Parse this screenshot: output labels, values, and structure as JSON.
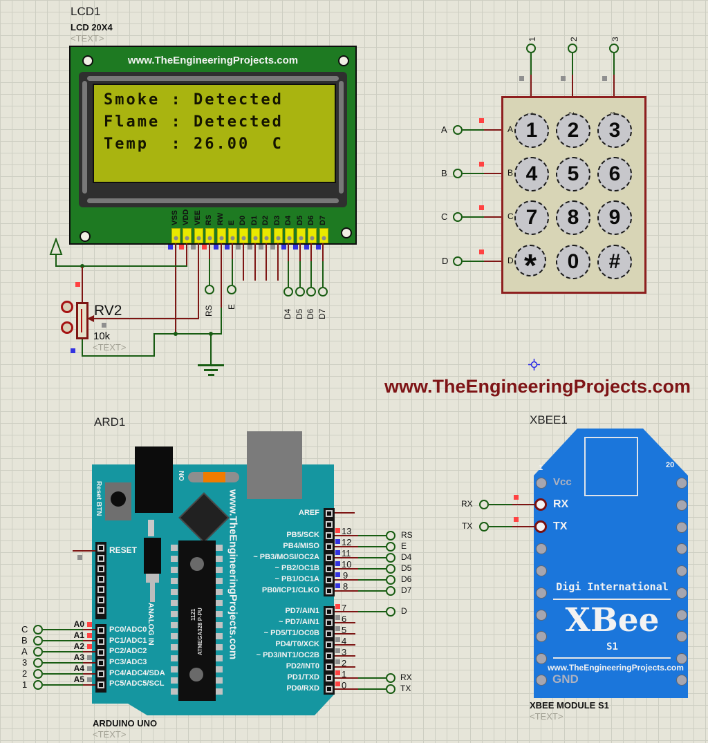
{
  "canvas": {
    "watermark": "www.TheEngineeringProjects.com"
  },
  "lcd": {
    "ref": "LCD1",
    "part": "LCD 20X4",
    "text_tag": "<TEXT>",
    "board_url": "www.TheEngineeringProjects.com",
    "screen_lines": [
      "Smoke : Detected",
      "Flame : Detected",
      "Temp  : 26.00  C"
    ],
    "pins": [
      "VSS",
      "VDD",
      "VEE",
      "RS",
      "RW",
      "E",
      "D0",
      "D1",
      "D2",
      "D3",
      "D4",
      "D5",
      "D6",
      "D7"
    ]
  },
  "pot": {
    "ref": "RV2",
    "value": "10k",
    "text_tag": "<TEXT>"
  },
  "terminals": {
    "rs": "RS",
    "e": "E",
    "d4": "D4",
    "d5": "D5",
    "d6": "D6",
    "d7": "D7"
  },
  "keypad": {
    "col_terminals": [
      "1",
      "2",
      "3"
    ],
    "col_labels": [
      "1",
      "2",
      "3"
    ],
    "row_terminals": [
      "A",
      "B",
      "C",
      "D"
    ],
    "row_labels": [
      "A",
      "B",
      "C",
      "D"
    ],
    "keys": [
      "1",
      "2",
      "3",
      "4",
      "5",
      "6",
      "7",
      "8",
      "9",
      "*",
      "0",
      "#"
    ]
  },
  "arduino": {
    "ref": "ARD1",
    "board_name": "ARDUINO UNO",
    "text_tag": "<TEXT>",
    "reset_button": "Reset BTN",
    "power_led": "ON",
    "reset_pin": "RESET",
    "board_url": "www.TheEngineeringProjects.com",
    "chip_line1": "1121",
    "chip_line2": "ATMEGA328 P-PU",
    "analog_in": "ANALOG IN",
    "aref": "AREF",
    "left_terminals": [
      "C",
      "B",
      "A",
      "3",
      "2",
      "1"
    ],
    "analog_refs": [
      "A0",
      "A1",
      "A2",
      "A3",
      "A4",
      "A5"
    ],
    "analog_pins": [
      "PC0/ADC0",
      "PC1/ADC1",
      "PC2/ADC2",
      "PC3/ADC3",
      "PC4/ADC4/SDA",
      "PC5/ADC5/SCL"
    ],
    "pb_pins": [
      "PB5/SCK",
      "PB4/MISO",
      "~ PB3/MOSI/OC2A",
      "~ PB2/OC1B",
      "~ PB1/OC1A",
      "PB0/ICP1/CLKO"
    ],
    "pb_numbers": [
      "13",
      "12",
      "11",
      "10",
      "9",
      "8"
    ],
    "pb_terminals": [
      "RS",
      "E",
      "D4",
      "D5",
      "D6",
      "D7"
    ],
    "pd_pins": [
      "PD7/AIN1",
      "~ PD7/AIN1",
      "~ PD5/T1/OC0B",
      "PD4/T0/XCK",
      "~ PD3/INT1/OC2B",
      "PD2/INT0",
      "PD1/TXD",
      "PD0/RXD"
    ],
    "pd_numbers": [
      "7",
      "6",
      "5",
      "4",
      "3",
      "2",
      "1",
      "0"
    ],
    "pd_terminal_d": "D",
    "pd_terminal_rx": "RX",
    "pd_terminal_tx": "TX"
  },
  "xbee": {
    "ref": "XBEE1",
    "module_name": "XBEE MODULE S1",
    "text_tag": "<TEXT>",
    "pin_first": "1",
    "pin_last": "20",
    "pin_vcc": "Vcc",
    "pin_rx": "RX",
    "pin_tx": "TX",
    "pin_gnd": "GND",
    "brand": "Digi International",
    "logo": "XBee",
    "model": "S1",
    "url": "www.TheEngineeringProjects.com",
    "terminal_rx": "RX",
    "terminal_tx": "TX"
  },
  "colors": {
    "wire_green": "#185c12",
    "wire_red": "#7d1513",
    "board_teal": "#1596a0",
    "xbee_blue": "#1b76db",
    "lcd_green": "#1e7a22",
    "lcd_screen": "#a9b410",
    "keypad_body": "#d8d5b6",
    "keypad_border": "#8e1f1f",
    "state_red": "#ff4242",
    "state_blue": "#3333e0",
    "state_gray": "#8f8f8f",
    "watermark_red": "#7e1416"
  }
}
